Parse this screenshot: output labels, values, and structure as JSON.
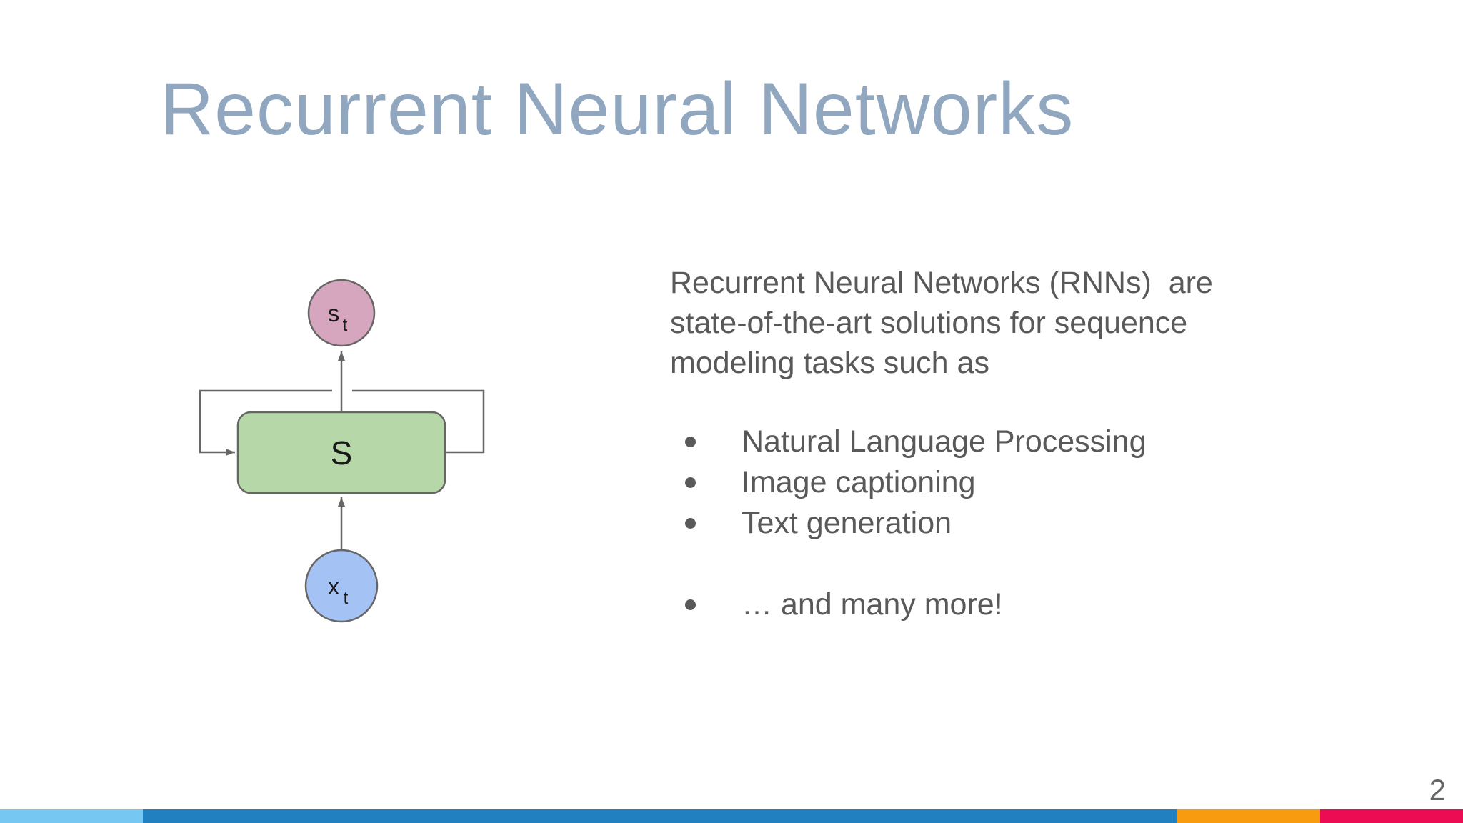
{
  "title": "Recurrent Neural Networks",
  "description": {
    "lines": [
      "Recurrent Neural Networks (RNNs)  are",
      "state-of-the-art solutions for sequence",
      "modeling tasks such as"
    ]
  },
  "bullets": {
    "items": [
      "Natural Language Processing",
      "Image captioning",
      "Text generation"
    ],
    "more": "… and many more!"
  },
  "diagram": {
    "output_node": {
      "base": "s",
      "sub": "t",
      "fill": "#d5a6bd"
    },
    "state_node": {
      "label": "S",
      "fill": "#b6d7a8"
    },
    "input_node": {
      "base": "x",
      "sub": "t",
      "fill": "#a4c2f4"
    },
    "stroke_color": "#666666"
  },
  "page_number": "2",
  "footer": {
    "segments": [
      {
        "name": "light-blue",
        "color": "#76c8f3"
      },
      {
        "name": "blue",
        "color": "#2180c0"
      },
      {
        "name": "orange",
        "color": "#f99b0f"
      },
      {
        "name": "crimson",
        "color": "#eb0c53"
      }
    ]
  },
  "colors": {
    "title_text": "#91a7bf",
    "body_text": "#595959",
    "diagram_label_text": "#1a1a1a",
    "line_stroke": "#666666"
  }
}
